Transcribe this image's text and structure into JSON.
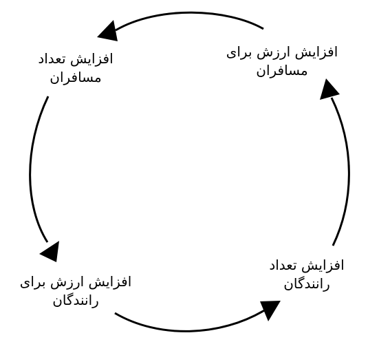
{
  "diagram": {
    "type": "cycle",
    "nodes": [
      {
        "id": "value-for-passengers",
        "lines": [
          "افزایش ارزش برای",
          "مسافران"
        ]
      },
      {
        "id": "more-passengers",
        "lines": [
          "افزایش تعداد",
          "مسافران"
        ]
      },
      {
        "id": "value-for-drivers",
        "lines": [
          "افزایش ارزش برای",
          "رانندگان"
        ]
      },
      {
        "id": "more-drivers",
        "lines": [
          "افزایش تعداد",
          "رانندگان"
        ]
      }
    ],
    "edges": [
      {
        "from": "value-for-passengers",
        "to": "more-passengers"
      },
      {
        "from": "more-passengers",
        "to": "value-for-drivers"
      },
      {
        "from": "value-for-drivers",
        "to": "more-drivers"
      },
      {
        "from": "more-drivers",
        "to": "value-for-passengers"
      }
    ],
    "colors": {
      "stroke": "#000000",
      "text": "#000000",
      "background": "#ffffff"
    }
  }
}
